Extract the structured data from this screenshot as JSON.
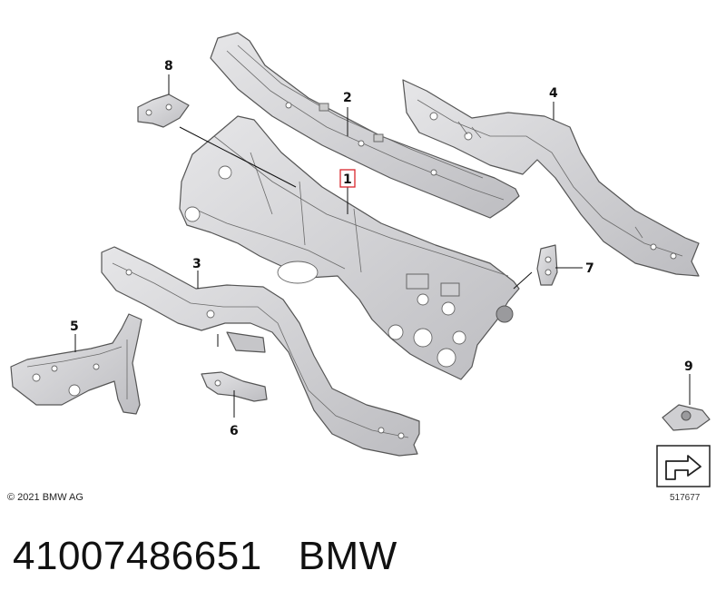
{
  "diagram": {
    "callouts": [
      {
        "id": "1",
        "highlighted": true,
        "highlight_color": "#d9262c"
      },
      {
        "id": "2",
        "highlighted": false
      },
      {
        "id": "3",
        "highlighted": false
      },
      {
        "id": "4",
        "highlighted": false
      },
      {
        "id": "5",
        "highlighted": false
      },
      {
        "id": "6",
        "highlighted": false
      },
      {
        "id": "7",
        "highlighted": false
      },
      {
        "id": "8",
        "highlighted": false
      },
      {
        "id": "9",
        "highlighted": false
      }
    ],
    "copyright": "© 2021 BMW AG",
    "reference_number": "517677",
    "reference_icon": "document-arrow-icon"
  },
  "footer": {
    "part_number": "41007486651",
    "brand": "BMW"
  },
  "colors": {
    "part_fill": "#d7d7d9",
    "part_shade": "#bfbfc2",
    "line": "#111111",
    "highlight": "#d9262c"
  }
}
